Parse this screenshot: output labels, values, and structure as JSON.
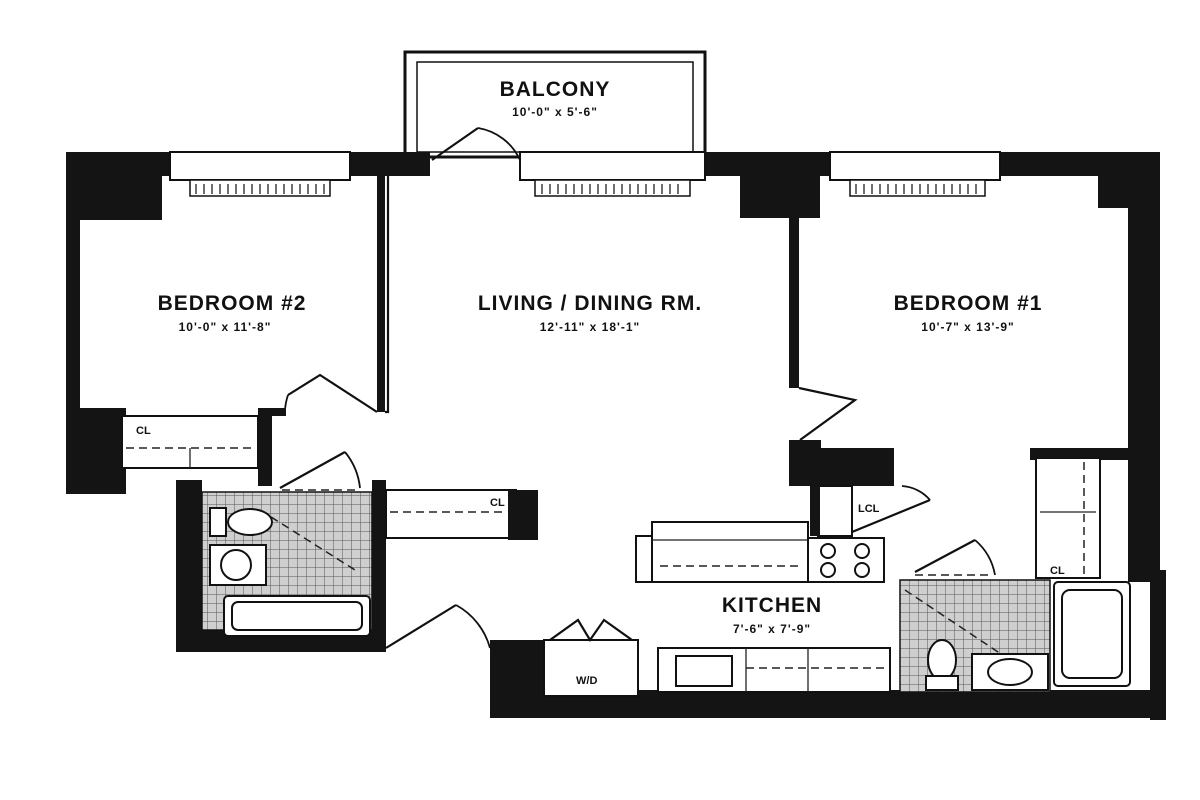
{
  "rooms": {
    "balcony": {
      "name": "BALCONY",
      "dims": "10'-0\" x 5'-6\""
    },
    "bedroom2": {
      "name": "BEDROOM #2",
      "dims": "10'-0\" x 11'-8\""
    },
    "living": {
      "name": "LIVING / DINING RM.",
      "dims": "12'-11\" x 18'-1\""
    },
    "bedroom1": {
      "name": "BEDROOM #1",
      "dims": "10'-7\" x 13'-9\""
    },
    "kitchen": {
      "name": "KITCHEN",
      "dims": "7'-6\" x 7'-9\""
    }
  },
  "closets": {
    "bedroom2_closet": "CL",
    "hall_closet": "CL",
    "linen_closet": "LCL",
    "bedroom1_closet": "CL"
  },
  "appliances": {
    "washer_dryer": "W/D"
  }
}
